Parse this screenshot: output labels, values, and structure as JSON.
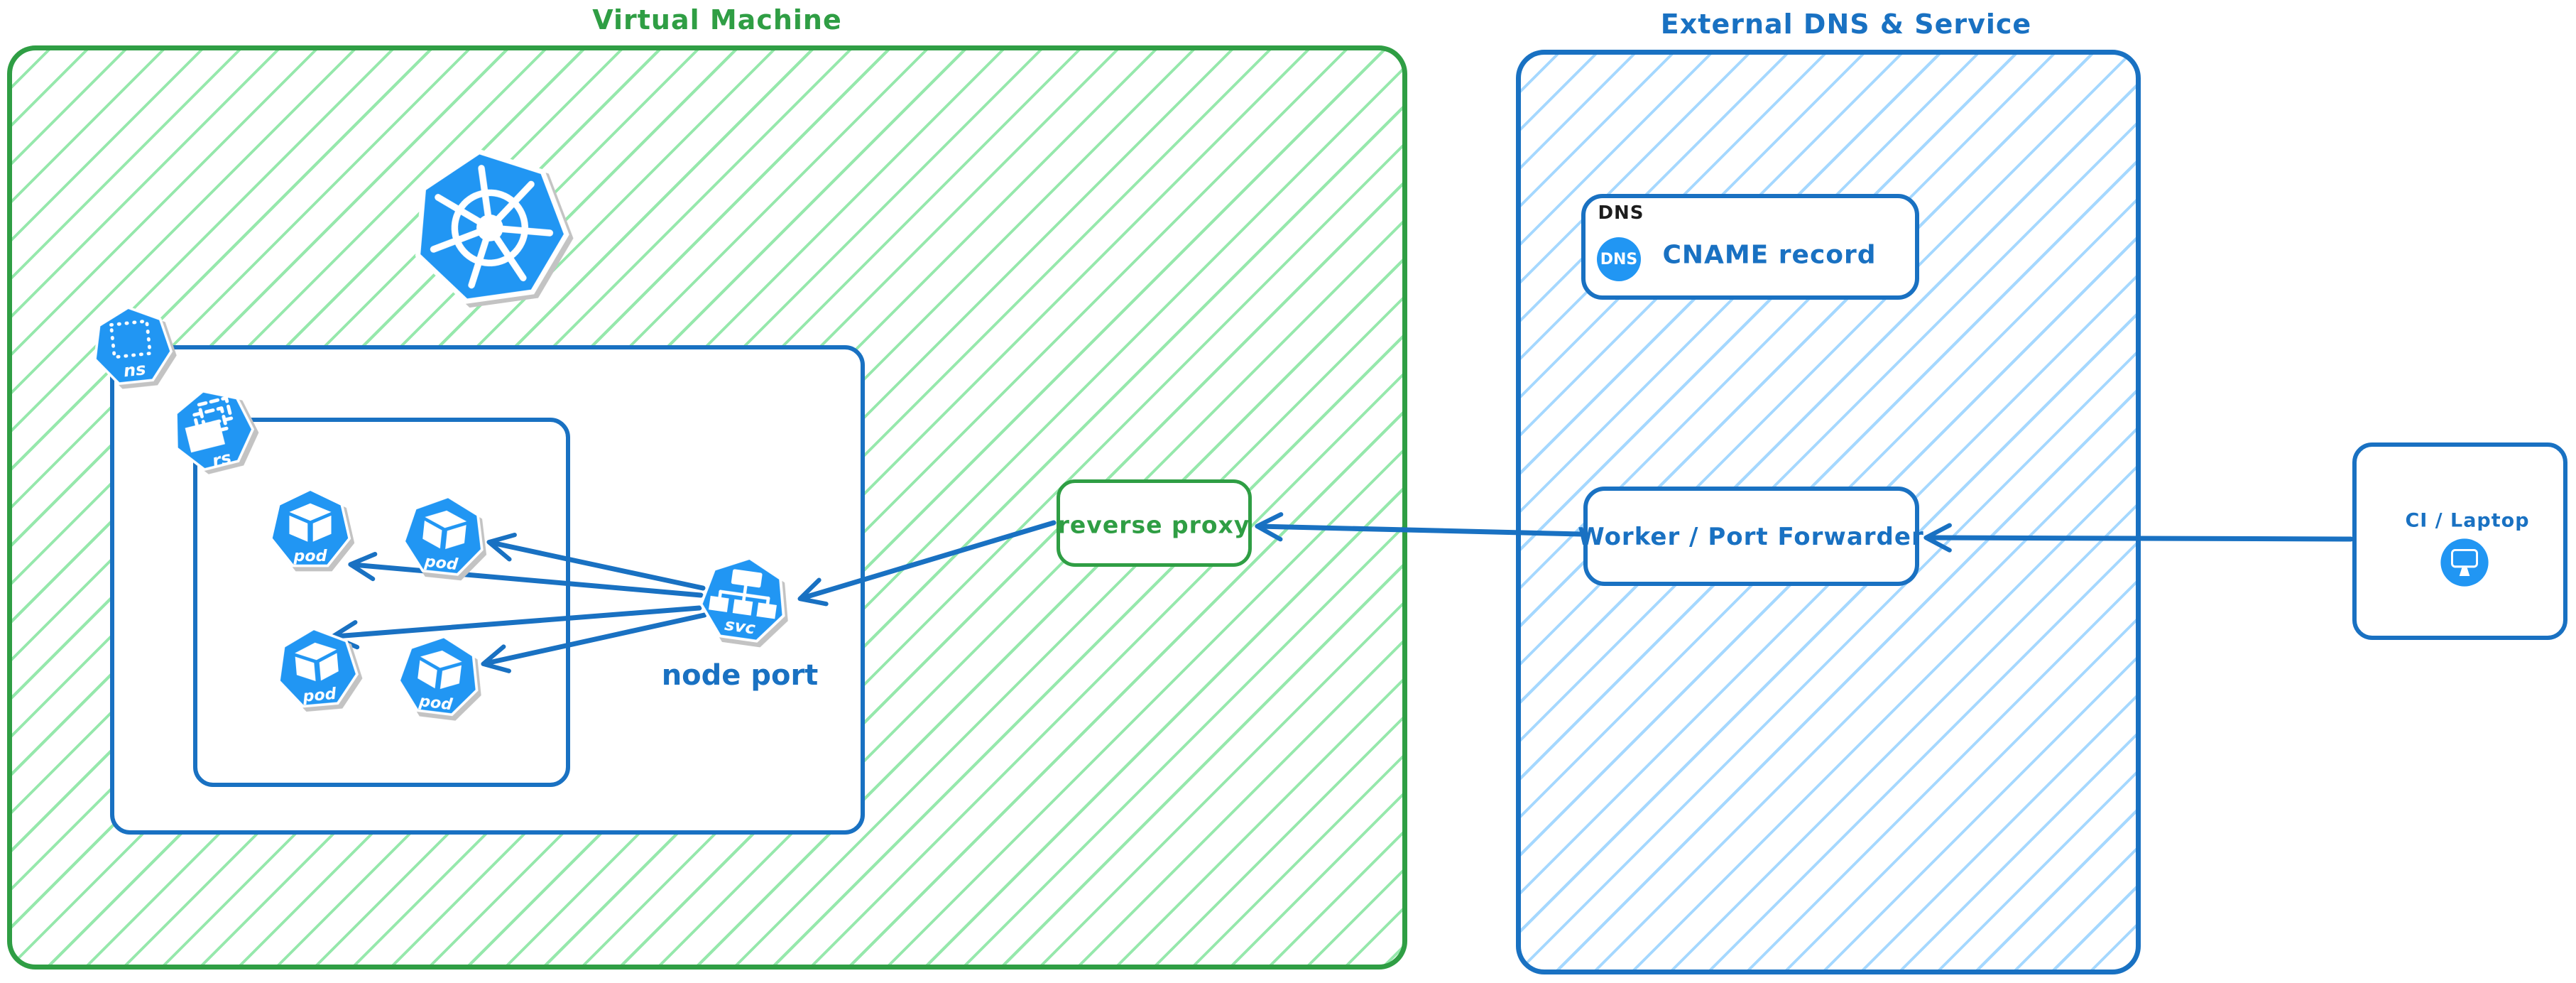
{
  "colors": {
    "green": "#2f9e44",
    "green_hatch": "#96e8ac",
    "blue": "#1971c2",
    "blue_hatch": "#a5d8ff",
    "icon_blue": "#2196f3",
    "label_black": "#1d1d1d"
  },
  "vm": {
    "title": "Virtual Machine"
  },
  "cluster": {
    "namespace_badge": "ns",
    "replicaset_badge": "rs",
    "pods": [
      "pod",
      "pod",
      "pod",
      "pod"
    ],
    "service_badge": "svc",
    "service_label": "node port"
  },
  "reverse_proxy": {
    "label": "reverse proxy"
  },
  "external": {
    "title": "External DNS & Service",
    "dns_card": {
      "tag": "DNS",
      "icon_text": "DNS",
      "record": "CNAME record"
    },
    "worker_card": {
      "label": "Worker / Port Forwarder"
    }
  },
  "client": {
    "label": "CI / Laptop"
  }
}
